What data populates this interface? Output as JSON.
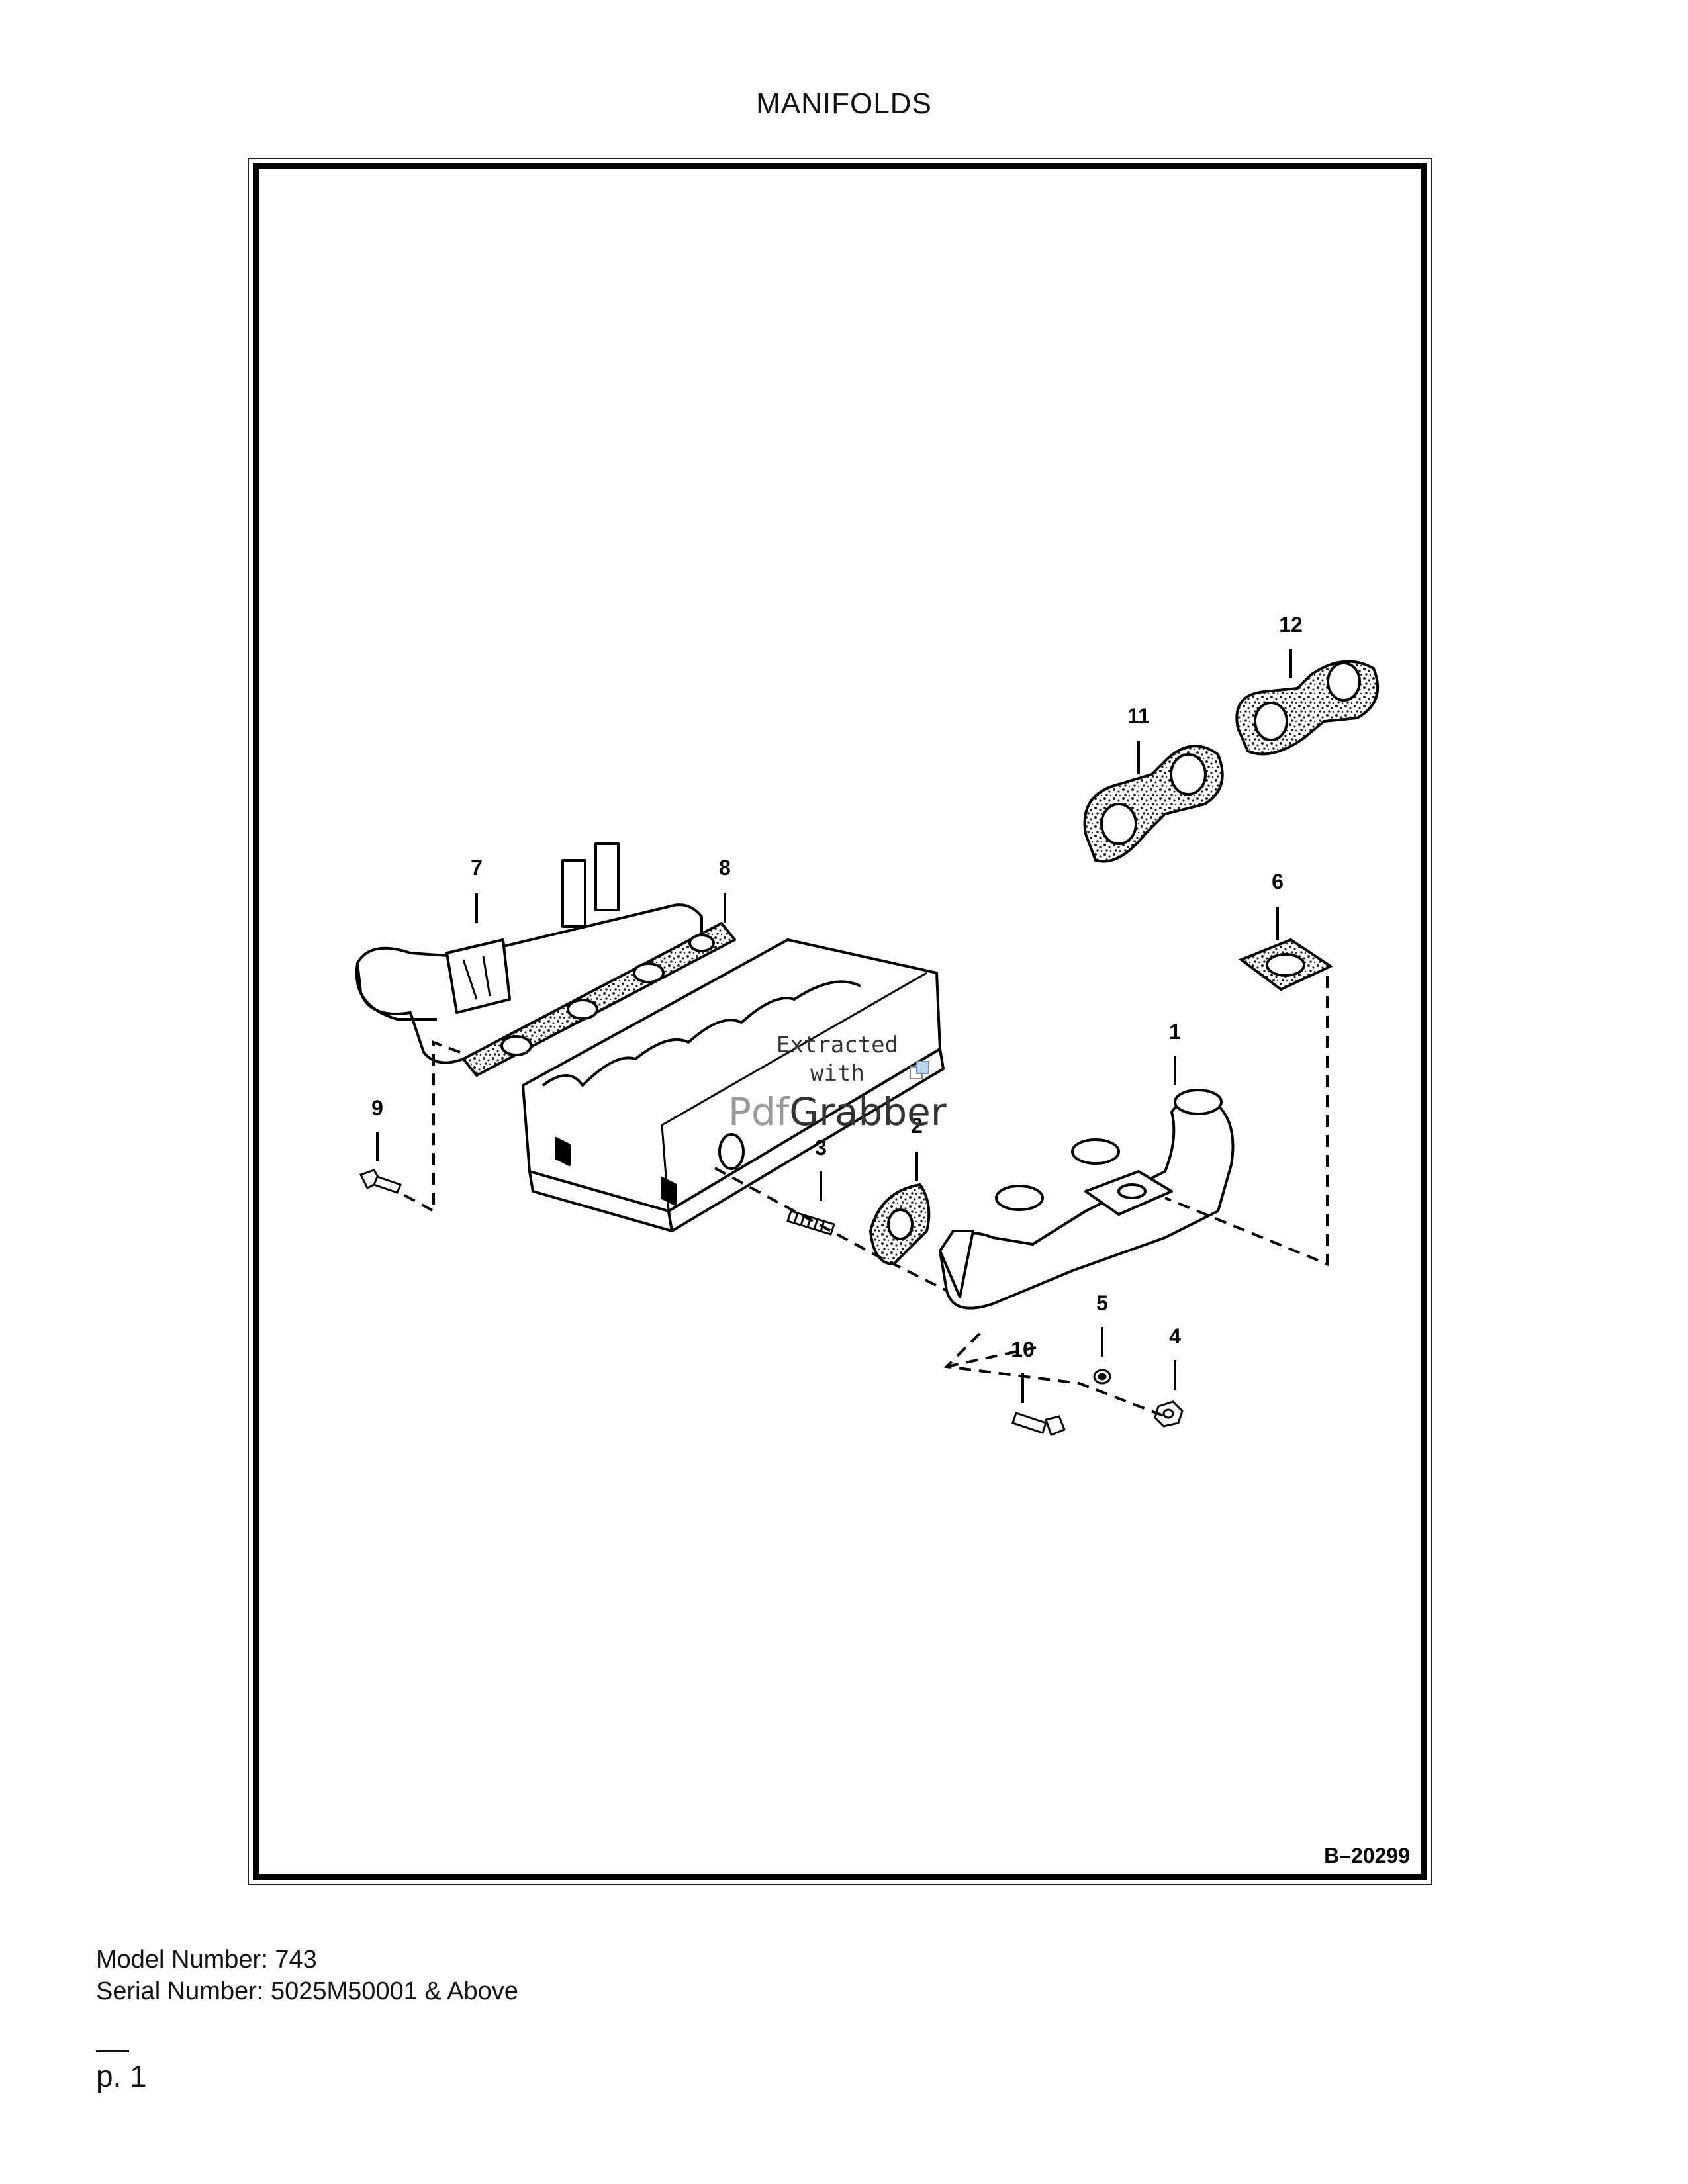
{
  "page": {
    "title": "MANIFOLDS",
    "footer": {
      "model_number": "Model Number: 743",
      "serial_number": "Serial Number: 5025M50001 & Above",
      "page_number": "p. 1"
    }
  },
  "diagram": {
    "figure_id": "B–20299",
    "callouts": [
      "1",
      "2",
      "3",
      "4",
      "5",
      "6",
      "7",
      "8",
      "9",
      "10",
      "11",
      "12"
    ],
    "watermark": {
      "line1": "Extracted",
      "line2": "with",
      "brand_prefix": "Pdf",
      "brand_name": "Grabber"
    }
  }
}
